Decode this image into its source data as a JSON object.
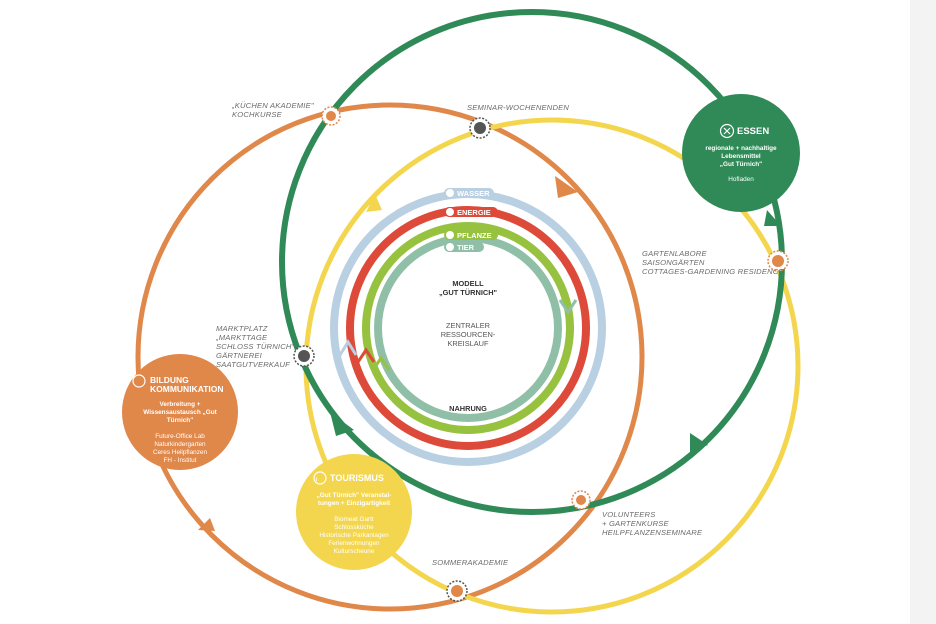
{
  "colors": {
    "orange": "#e0874a",
    "green": "#2f8a58",
    "yellow": "#f3d64e",
    "blue": "#b9cfe2",
    "red": "#de4a39",
    "lime": "#97c240",
    "teal": "#8fbfa7"
  },
  "rings": {
    "wasser": "WASSER",
    "energie": "ENERGIE",
    "pflanze": "PFLANZE",
    "tier": "TIER"
  },
  "center": {
    "title1": "MODELL",
    "title2": "„GUT TÜRNICH\"",
    "sub1": "ZENTRALER",
    "sub2": "RESSOURCEN-",
    "sub3": "KREISLAUF",
    "nahrung": "NAHRUNG"
  },
  "bubbles": {
    "essen": {
      "icon": "cross-cutlery-icon",
      "title": "ESSEN",
      "lines": [
        "regionale + nachhaltige",
        "Lebensmittel",
        "„Gut Türnich\""
      ],
      "extra": [
        "Hofladen"
      ]
    },
    "bildung": {
      "icon": "bulb-icon",
      "title1": "BILDUNG",
      "title2": "KOMMUNIKATION",
      "lines": [
        "Verbreitung +",
        "Wissensaustausch „Gut",
        "Türnich\""
      ],
      "extra": [
        "Future-Office Lab",
        "Naturkindergarten",
        "Ceres Heilpflanzen",
        "FH - Institut"
      ]
    },
    "tourismus": {
      "icon": "info-icon",
      "title": "TOURISMUS",
      "lines": [
        "„Gut Türnich\" Veranstal-",
        "tungen + Einzigartigkeit"
      ],
      "extra": [
        "Biomeat Gartt",
        "Schlossküche",
        "Historische Parkanlagen",
        "Ferienwohnungen",
        "Kulturscheune"
      ]
    }
  },
  "labels": {
    "kuechen": [
      "„KÜCHEN AKADEMIE\"",
      "KOCHKURSE"
    ],
    "seminar": [
      "SEMINAR-WOCHENENDEN"
    ],
    "garten": [
      "GARTENLABORE",
      "SAISONGÄRTEN",
      "COTTAGES-GARDENING RESIDENCE"
    ],
    "markt": [
      "MARKTPLATZ",
      "„MARKTTAGE",
      "SCHLOSS TÜRNICH\"",
      "GÄRTNEREI",
      "SAATGUTVERKAUF"
    ],
    "volunteers": [
      "VOLUNTEERS",
      "+ GARTENKURSE",
      "HEILPFLANZENSEMINARE"
    ],
    "sommer": [
      "SOMMERAKADEMIE"
    ]
  }
}
